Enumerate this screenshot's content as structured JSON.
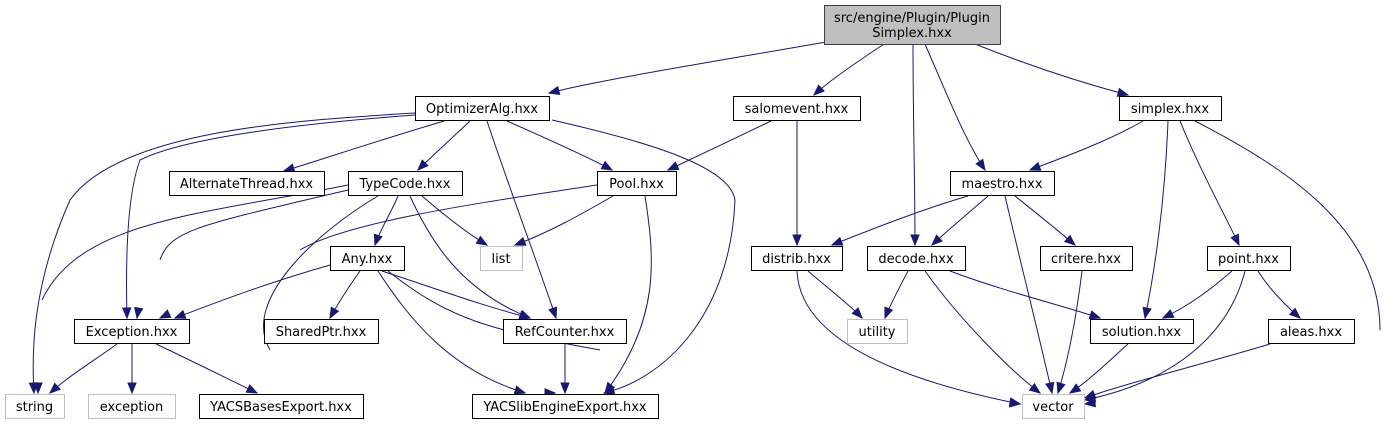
{
  "title": "src/engine/Plugin/PluginSimplex.hxx include dependency graph",
  "colors": {
    "edge": "#191970",
    "root_fill": "#bfbfbf",
    "node_border": "#000000",
    "external_border": "#bfbfbf"
  },
  "nodes": [
    {
      "id": "root",
      "lines": [
        "src/engine/Plugin/Plugin",
        "Simplex.hxx"
      ],
      "kind": "root"
    },
    {
      "id": "OptimizerAlg",
      "lines": [
        "OptimizerAlg.hxx"
      ],
      "kind": "local"
    },
    {
      "id": "salomevent",
      "lines": [
        "salomevent.hxx"
      ],
      "kind": "local"
    },
    {
      "id": "simplex",
      "lines": [
        "simplex.hxx"
      ],
      "kind": "local"
    },
    {
      "id": "AlternateThread",
      "lines": [
        "AlternateThread.hxx"
      ],
      "kind": "local"
    },
    {
      "id": "TypeCode",
      "lines": [
        "TypeCode.hxx"
      ],
      "kind": "local"
    },
    {
      "id": "Pool",
      "lines": [
        "Pool.hxx"
      ],
      "kind": "local"
    },
    {
      "id": "maestro",
      "lines": [
        "maestro.hxx"
      ],
      "kind": "local"
    },
    {
      "id": "Any",
      "lines": [
        "Any.hxx"
      ],
      "kind": "local"
    },
    {
      "id": "list",
      "lines": [
        "list"
      ],
      "kind": "external"
    },
    {
      "id": "distrib",
      "lines": [
        "distrib.hxx"
      ],
      "kind": "local"
    },
    {
      "id": "decode",
      "lines": [
        "decode.hxx"
      ],
      "kind": "local"
    },
    {
      "id": "critere",
      "lines": [
        "critere.hxx"
      ],
      "kind": "local"
    },
    {
      "id": "point",
      "lines": [
        "point.hxx"
      ],
      "kind": "local"
    },
    {
      "id": "Exception",
      "lines": [
        "Exception.hxx"
      ],
      "kind": "local"
    },
    {
      "id": "SharedPtr",
      "lines": [
        "SharedPtr.hxx"
      ],
      "kind": "local"
    },
    {
      "id": "RefCounter",
      "lines": [
        "RefCounter.hxx"
      ],
      "kind": "local"
    },
    {
      "id": "utility",
      "lines": [
        "utility"
      ],
      "kind": "external"
    },
    {
      "id": "solution",
      "lines": [
        "solution.hxx"
      ],
      "kind": "local"
    },
    {
      "id": "aleas",
      "lines": [
        "aleas.hxx"
      ],
      "kind": "local"
    },
    {
      "id": "string",
      "lines": [
        "string"
      ],
      "kind": "external"
    },
    {
      "id": "exception",
      "lines": [
        "exception"
      ],
      "kind": "external"
    },
    {
      "id": "YACSBasesExport",
      "lines": [
        "YACSBasesExport.hxx"
      ],
      "kind": "local"
    },
    {
      "id": "YACSlibEngineExport",
      "lines": [
        "YACSlibEngineExport.hxx"
      ],
      "kind": "local"
    },
    {
      "id": "vector",
      "lines": [
        "vector"
      ],
      "kind": "external"
    }
  ],
  "edges": [
    [
      "root",
      "OptimizerAlg"
    ],
    [
      "root",
      "salomevent"
    ],
    [
      "root",
      "decode"
    ],
    [
      "root",
      "maestro"
    ],
    [
      "root",
      "simplex"
    ],
    [
      "OptimizerAlg",
      "string"
    ],
    [
      "OptimizerAlg",
      "Exception"
    ],
    [
      "OptimizerAlg",
      "AlternateThread"
    ],
    [
      "OptimizerAlg",
      "TypeCode"
    ],
    [
      "OptimizerAlg",
      "Pool"
    ],
    [
      "OptimizerAlg",
      "RefCounter"
    ],
    [
      "OptimizerAlg",
      "YACSlibEngineExport"
    ],
    [
      "salomevent",
      "Pool"
    ],
    [
      "salomevent",
      "distrib"
    ],
    [
      "TypeCode",
      "string"
    ],
    [
      "TypeCode",
      "Exception"
    ],
    [
      "TypeCode",
      "Any"
    ],
    [
      "TypeCode",
      "list"
    ],
    [
      "TypeCode",
      "RefCounter"
    ],
    [
      "TypeCode",
      "YACSlibEngineExport"
    ],
    [
      "Pool",
      "list"
    ],
    [
      "Pool",
      "Exception"
    ],
    [
      "Pool",
      "YACSlibEngineExport"
    ],
    [
      "Any",
      "Exception"
    ],
    [
      "Any",
      "SharedPtr"
    ],
    [
      "Any",
      "RefCounter"
    ],
    [
      "Any",
      "YACSlibEngineExport"
    ],
    [
      "Any",
      "vector"
    ],
    [
      "Exception",
      "string"
    ],
    [
      "Exception",
      "exception"
    ],
    [
      "Exception",
      "YACSBasesExport"
    ],
    [
      "RefCounter",
      "YACSlibEngineExport"
    ],
    [
      "maestro",
      "distrib"
    ],
    [
      "maestro",
      "decode"
    ],
    [
      "maestro",
      "critere"
    ],
    [
      "maestro",
      "vector"
    ],
    [
      "distrib",
      "utility"
    ],
    [
      "distrib",
      "vector"
    ],
    [
      "decode",
      "utility"
    ],
    [
      "decode",
      "vector"
    ],
    [
      "decode",
      "solution"
    ],
    [
      "critere",
      "vector"
    ],
    [
      "simplex",
      "maestro"
    ],
    [
      "simplex",
      "solution"
    ],
    [
      "simplex",
      "point"
    ],
    [
      "simplex",
      "vector"
    ],
    [
      "point",
      "solution"
    ],
    [
      "point",
      "aleas"
    ],
    [
      "point",
      "vector"
    ],
    [
      "solution",
      "vector"
    ],
    [
      "aleas",
      "vector"
    ]
  ]
}
